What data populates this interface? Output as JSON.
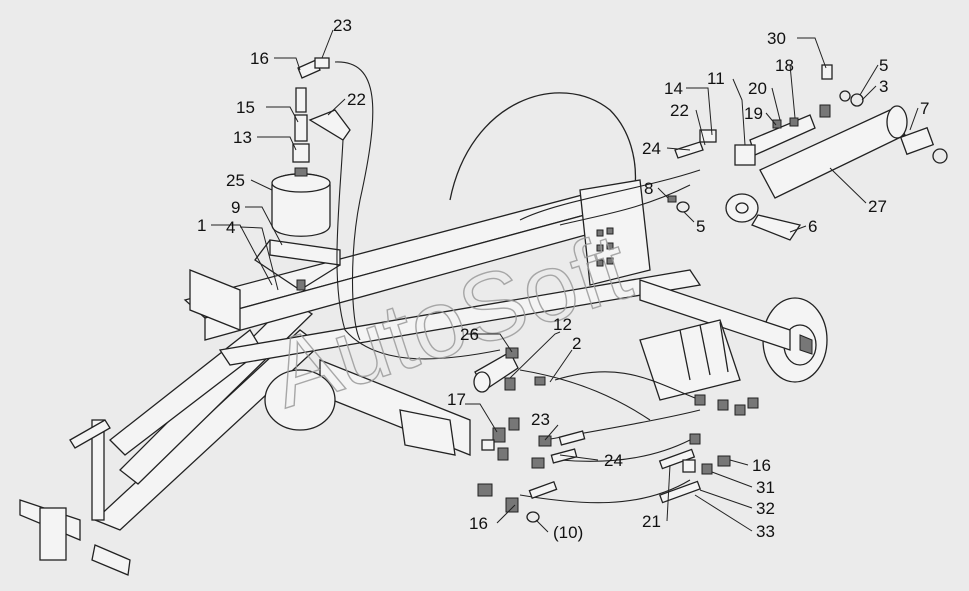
{
  "watermark": "AutoSoft",
  "callouts": [
    {
      "id": "c1",
      "text": "1"
    },
    {
      "id": "c4",
      "text": "4"
    },
    {
      "id": "c9",
      "text": "9"
    },
    {
      "id": "c25",
      "text": "25"
    },
    {
      "id": "c13",
      "text": "13"
    },
    {
      "id": "c15",
      "text": "15"
    },
    {
      "id": "c16a",
      "text": "16"
    },
    {
      "id": "c23a",
      "text": "23"
    },
    {
      "id": "c22a",
      "text": "22"
    },
    {
      "id": "c26",
      "text": "26"
    },
    {
      "id": "c12",
      "text": "12"
    },
    {
      "id": "c2",
      "text": "2"
    },
    {
      "id": "c17",
      "text": "17"
    },
    {
      "id": "c23b",
      "text": "23"
    },
    {
      "id": "c24a",
      "text": "24"
    },
    {
      "id": "c16b",
      "text": "16"
    },
    {
      "id": "c10",
      "text": "(10)"
    },
    {
      "id": "c21",
      "text": "21"
    },
    {
      "id": "c16c",
      "text": "16"
    },
    {
      "id": "c31",
      "text": "31"
    },
    {
      "id": "c32",
      "text": "32"
    },
    {
      "id": "c33",
      "text": "33"
    },
    {
      "id": "c14",
      "text": "14"
    },
    {
      "id": "c22b",
      "text": "22"
    },
    {
      "id": "c24b",
      "text": "24"
    },
    {
      "id": "c11",
      "text": "11"
    },
    {
      "id": "c20",
      "text": "20"
    },
    {
      "id": "c19",
      "text": "19"
    },
    {
      "id": "c18",
      "text": "18"
    },
    {
      "id": "c30",
      "text": "30"
    },
    {
      "id": "c5a",
      "text": "5"
    },
    {
      "id": "c3",
      "text": "3"
    },
    {
      "id": "c7",
      "text": "7"
    },
    {
      "id": "c8",
      "text": "8"
    },
    {
      "id": "c5b",
      "text": "5"
    },
    {
      "id": "c6",
      "text": "6"
    },
    {
      "id": "c27",
      "text": "27"
    }
  ]
}
